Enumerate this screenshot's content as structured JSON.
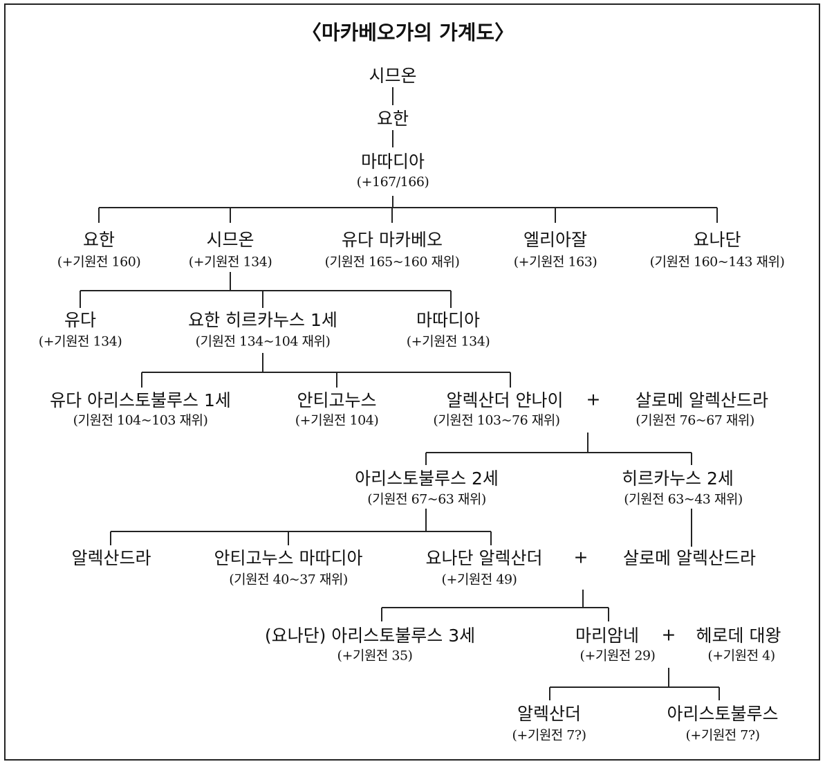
{
  "title": "〈마카베오가의 가계도〉",
  "gen1": {
    "name": "시므온"
  },
  "gen2": {
    "name": "요한"
  },
  "gen3": {
    "name": "마따디아",
    "note": "(+167/166)"
  },
  "gen4": [
    {
      "name": "요한",
      "note": "(+기원전 160)"
    },
    {
      "name": "시므온",
      "note": "(+기원전 134)"
    },
    {
      "name": "유다 마카베오",
      "note": "(기원전 165~160 재위)"
    },
    {
      "name": "엘리아잘",
      "note": "(+기원전 163)"
    },
    {
      "name": "요나단",
      "note": "(기원전 160~143 재위)"
    }
  ],
  "gen5": [
    {
      "name": "유다",
      "note": "(+기원전 134)"
    },
    {
      "name": "요한 히르카누스 1세",
      "note": "(기원전 134~104 재위)"
    },
    {
      "name": "마따디아",
      "note": "(+기원전 134)"
    }
  ],
  "gen6": [
    {
      "name": "유다 아리스토불루스 1세",
      "note": "(기원전 104~103 재위)"
    },
    {
      "name": "안티고누스",
      "note": "(+기원전 104)"
    },
    {
      "name": "알렉산더 얀나이",
      "note": "(기원전 103~76 재위)"
    },
    {
      "name": "살로메 알렉산드라",
      "note": "(기원전 76~67 재위)"
    }
  ],
  "gen7": [
    {
      "name": "아리스토불루스 2세",
      "note": "(기원전 67~63 재위)"
    },
    {
      "name": "히르카누스 2세",
      "note": "(기원전 63~43 재위)"
    }
  ],
  "gen8": [
    {
      "name": "알렉산드라"
    },
    {
      "name": "안티고누스 마따디아",
      "note": "(기원전 40~37 재위)"
    },
    {
      "name": "요나단 알렉산더",
      "note": "(+기원전 49)"
    },
    {
      "name": "살로메 알렉산드라"
    }
  ],
  "gen9": [
    {
      "name": "(요나단) 아리스토불루스 3세",
      "note": "(+기원전 35)"
    },
    {
      "name": "마리암네",
      "note": "(+기원전 29)"
    },
    {
      "name": "헤로데 대왕",
      "note": "(+기원전 4)"
    }
  ],
  "gen10": [
    {
      "name": "알렉산더",
      "note": "(+기원전 7?)"
    },
    {
      "name": "아리스토불루스",
      "note": "(+기원전 7?)"
    }
  ],
  "marriage_symbol": "+"
}
